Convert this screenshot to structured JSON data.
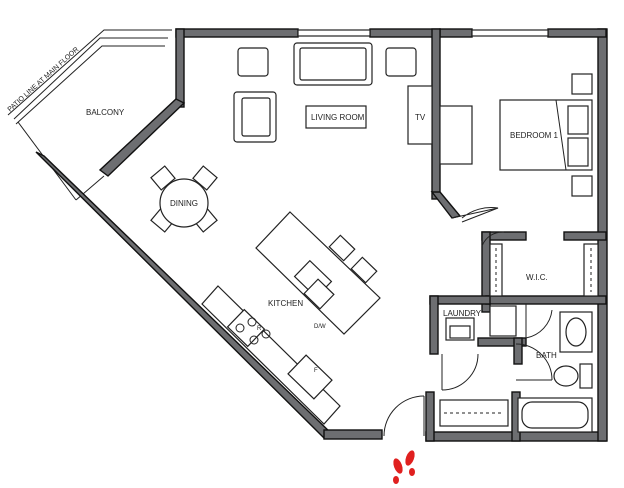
{
  "labels": {
    "patio_note": "PATIO LINE AT MAIN FLOOR",
    "balcony": "BALCONY",
    "living_room": "LIVING ROOM",
    "tv": "TV",
    "bedroom": "BEDROOM 1",
    "dining": "DINING",
    "kitchen": "KITCHEN",
    "dishwasher": "D/W",
    "range": "R",
    "fridge": "F",
    "wic": "W.I.C.",
    "laundry": "LAUNDRY",
    "bath": "BATH"
  },
  "colors": {
    "wall": "#6d6e71",
    "line": "#222222",
    "footprints": "#e0201f"
  },
  "icons": {
    "entry": "footprints-icon"
  }
}
